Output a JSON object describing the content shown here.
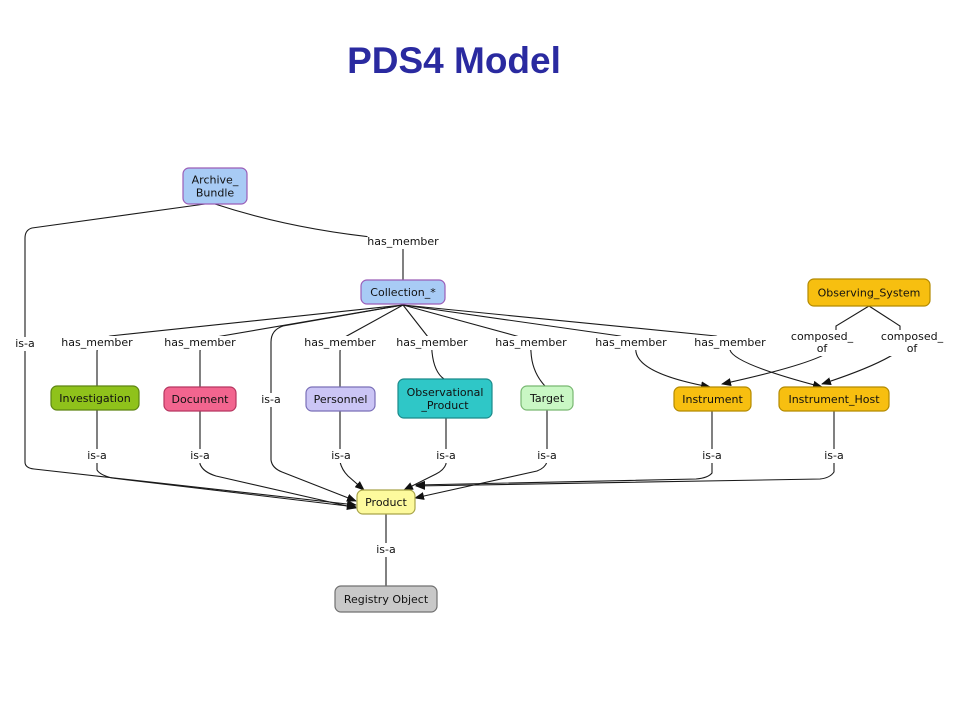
{
  "title": "PDS4 Model",
  "nodes": {
    "archive_bundle": {
      "lines": [
        "Archive_",
        "Bundle"
      ],
      "fill": "#a8cbf5",
      "stroke": "#9a5db8"
    },
    "collection": {
      "lines": [
        "Collection_*"
      ],
      "fill": "#a8cbf5",
      "stroke": "#9a5db8"
    },
    "observing_system": {
      "lines": [
        "Observing_System"
      ],
      "fill": "#f7bf10",
      "stroke": "#b38a00"
    },
    "investigation": {
      "lines": [
        "Investigation"
      ],
      "fill": "#8fc21b",
      "stroke": "#5d8512"
    },
    "document": {
      "lines": [
        "Document"
      ],
      "fill": "#f2658f",
      "stroke": "#b63660"
    },
    "personnel": {
      "lines": [
        "Personnel"
      ],
      "fill": "#cbc5f5",
      "stroke": "#7a6fb8"
    },
    "observational_product": {
      "lines": [
        "Observational",
        "_Product"
      ],
      "fill": "#2fc7c7",
      "stroke": "#1b8a8a"
    },
    "target": {
      "lines": [
        "Target"
      ],
      "fill": "#c9f7c4",
      "stroke": "#79b872"
    },
    "instrument": {
      "lines": [
        "Instrument"
      ],
      "fill": "#f7bf10",
      "stroke": "#b38a00"
    },
    "instrument_host": {
      "lines": [
        "Instrument_Host"
      ],
      "fill": "#f7bf10",
      "stroke": "#b38a00"
    },
    "product": {
      "lines": [
        "Product"
      ],
      "fill": "#fdfa9d",
      "stroke": "#a9a54a"
    },
    "registry_object": {
      "lines": [
        "Registry Object"
      ],
      "fill": "#c8c8c8",
      "stroke": "#707070"
    }
  },
  "edges": [
    {
      "id": "bundle-collection",
      "label": "has_member",
      "arrow": false
    },
    {
      "id": "bundle-product",
      "label": "is-a",
      "arrow": true
    },
    {
      "id": "coll-investigation",
      "label": "has_member",
      "arrow": false
    },
    {
      "id": "coll-document",
      "label": "has_member",
      "arrow": false
    },
    {
      "id": "coll-product",
      "label": "is-a",
      "arrow": true
    },
    {
      "id": "coll-personnel",
      "label": "has_member",
      "arrow": false
    },
    {
      "id": "coll-obsproduct",
      "label": "has_member",
      "arrow": false
    },
    {
      "id": "coll-target",
      "label": "has_member",
      "arrow": false
    },
    {
      "id": "coll-instrument",
      "label": "has_member",
      "arrow": true
    },
    {
      "id": "coll-insthost",
      "label": "has_member",
      "arrow": true
    },
    {
      "id": "obssys-instrument",
      "label": "composed_\nof",
      "arrow": true
    },
    {
      "id": "obssys-insthost",
      "label": "composed_\nof",
      "arrow": true
    },
    {
      "id": "investigation-product",
      "label": "is-a",
      "arrow": true
    },
    {
      "id": "document-product",
      "label": "is-a",
      "arrow": true
    },
    {
      "id": "personnel-product",
      "label": "is-a",
      "arrow": true
    },
    {
      "id": "obsproduct-product",
      "label": "is-a",
      "arrow": true
    },
    {
      "id": "target-product",
      "label": "is-a",
      "arrow": true
    },
    {
      "id": "instrument-product",
      "label": "is-a",
      "arrow": true
    },
    {
      "id": "insthost-product",
      "label": "is-a",
      "arrow": true
    },
    {
      "id": "product-registry",
      "label": "is-a",
      "arrow": false
    }
  ]
}
